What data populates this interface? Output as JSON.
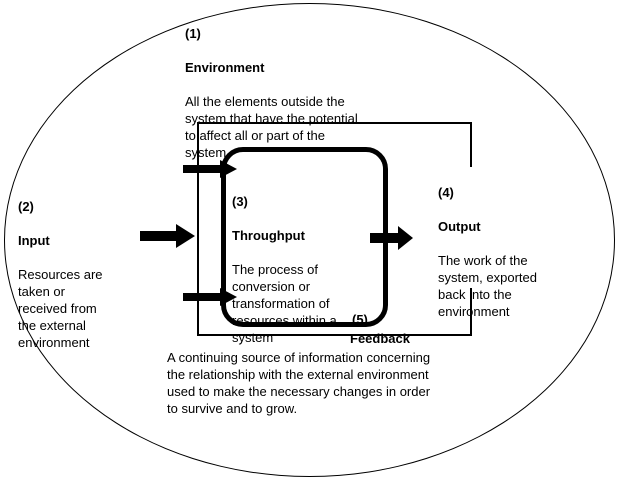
{
  "environment": {
    "number": "(1)",
    "title": "Environment",
    "body": "All the elements outside the\nsystem that have the potential\nto affect all or part of the\nsystem."
  },
  "input": {
    "number": "(2)",
    "title": "Input",
    "body": "Resources are\ntaken or\nreceived from\nthe external\nenvironment"
  },
  "throughput": {
    "number": "(3)",
    "title": "Throughput",
    "body": "The process of\nconversion or\ntransformation of\nresources within a\nsystem"
  },
  "output": {
    "number": "(4)",
    "title": "Output",
    "body": "The work of the\nsystem, exported\nback into the\nenvironment"
  },
  "feedback": {
    "number": "(5)",
    "title": "Feedback",
    "body": "A continuing source of information concerning\nthe relationship with the external environment\nused to make the necessary changes in order\nto survive and to grow."
  },
  "icons": {
    "input_arrow": "solid-right-arrow",
    "feedback_upper_arrow": "solid-right-arrow",
    "feedback_lower_arrow": "solid-right-arrow",
    "output_arrow": "solid-right-arrow"
  },
  "colors": {
    "line": "#000000",
    "background": "#ffffff"
  }
}
